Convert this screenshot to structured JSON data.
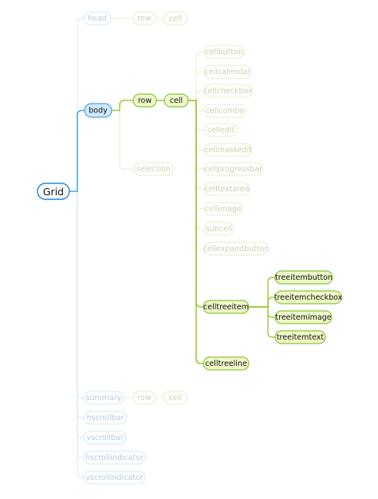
{
  "colors": {
    "root_stroke": "#1e88e5",
    "body_fill": "#cfe8fb",
    "body_stroke": "#4da3e6",
    "active_fill": "#eef8c8",
    "active_stroke": "#8fc43a",
    "active_link": "#9ccc3c",
    "blue_link": "#4aa8e8",
    "faded_blue_stroke": "#d3e9f9",
    "faded_blue_text": "#b4cbe0",
    "faded_blue_link": "#d9ecfa",
    "faded_green_stroke": "#e2f0c6",
    "faded_green_text": "#c5d4ae",
    "faded_green_link": "#e6f2cf",
    "text_dark": "#111111"
  },
  "nodes": {
    "grid": "Grid",
    "head": "head",
    "head_row": "row",
    "head_cell": "cell",
    "body": "body",
    "body_row": "row",
    "body_cell": "cell",
    "selection": "selection",
    "cell_children": [
      "cellbutton",
      "cellcalendar",
      "cellcheckbox",
      "cellcombo",
      "celledit",
      "cellmaskedit",
      "cellprogressbar",
      "celltextarea",
      "cellimage",
      "subcell",
      "cellexpandbutton"
    ],
    "celltreeitem": "celltreeitem",
    "treeitem_children": [
      "treeitembutton",
      "treeitemcheckbox",
      "treeitemimage",
      "treeitemtext"
    ],
    "celltreeline": "celltreeline",
    "summary": "summary",
    "summary_row": "row",
    "summary_cell": "cell",
    "hscrollbar": "hscrollbar",
    "vscrollbar": "vscrollbar",
    "hscrollindicator": "hscrollindicator",
    "vscrollindicator": "vscrollindicator"
  }
}
